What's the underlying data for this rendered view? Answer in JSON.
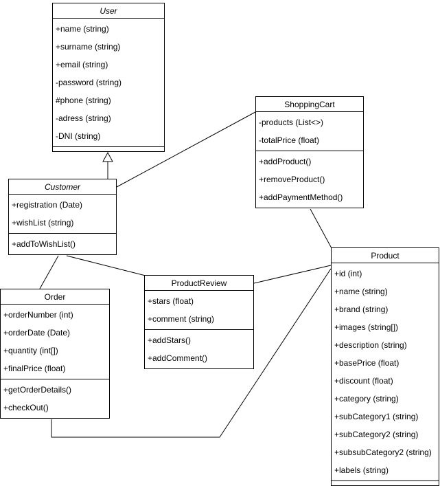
{
  "classes": {
    "user": {
      "name": "User",
      "abstract": true,
      "attributes": [
        "+name (string)",
        "+surname (string)",
        "+email (string)",
        "-password (string)",
        "#phone (string)",
        "-adress (string)",
        "-DNI (string)"
      ],
      "methods": []
    },
    "shopping_cart": {
      "name": "ShoppingCart",
      "abstract": false,
      "attributes": [
        "-products (List<>)",
        "-totalPrice (float)"
      ],
      "methods": [
        "+addProduct()",
        "+removeProduct()",
        "+addPaymentMethod()"
      ]
    },
    "customer": {
      "name": "Customer",
      "abstract": true,
      "attributes": [
        "+registration (Date)",
        "+wishList (string)"
      ],
      "methods": [
        "+addToWishList()"
      ]
    },
    "order": {
      "name": "Order",
      "abstract": false,
      "attributes": [
        "+orderNumber (int)",
        "+orderDate (Date)",
        "+quantity (int[])",
        "+finalPrice (float)"
      ],
      "methods": [
        "+getOrderDetails()",
        "+checkOut()"
      ]
    },
    "product_review": {
      "name": "ProductReview",
      "abstract": false,
      "attributes": [
        "+stars (float)",
        "+comment (string)"
      ],
      "methods": [
        "+addStars()",
        "+addComment()"
      ]
    },
    "product": {
      "name": "Product",
      "abstract": false,
      "attributes": [
        "+id (int)",
        "+name (string)",
        "+brand (string)",
        "+images (string[])",
        "+description (string)",
        "+basePrice (float)",
        "+discount (float)",
        "+category (string)",
        "+subCategory1 (string)",
        "+subCategory2 (string)",
        "+subsubCategory2 (string)",
        "+labels (string)"
      ],
      "methods": []
    }
  },
  "relationships": [
    {
      "from": "Customer",
      "to": "User",
      "type": "generalization"
    },
    {
      "from": "Customer",
      "to": "ShoppingCart",
      "type": "association"
    },
    {
      "from": "ShoppingCart",
      "to": "Product",
      "type": "association"
    },
    {
      "from": "Customer",
      "to": "Order",
      "type": "association"
    },
    {
      "from": "Customer",
      "to": "ProductReview",
      "type": "association"
    },
    {
      "from": "ProductReview",
      "to": "Product",
      "type": "association"
    },
    {
      "from": "Order",
      "to": "Product",
      "type": "association"
    }
  ]
}
